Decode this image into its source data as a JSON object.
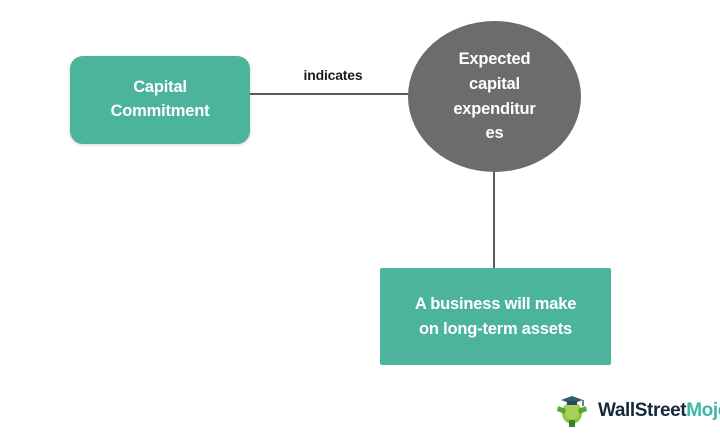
{
  "diagram": {
    "type": "concept-map",
    "background_color": "#ffffff",
    "nodes": [
      {
        "id": "capital-commitment",
        "label": "Capital Commitment",
        "lines": [
          "Capital",
          "Commitment"
        ],
        "shape": "rounded-rectangle",
        "fill_color": "#4cb49c",
        "text_color": "#ffffff"
      },
      {
        "id": "expected-capital-expenditures",
        "label": "Expected capital expenditures",
        "lines": [
          "Expected",
          "capital",
          "expenditur",
          "es"
        ],
        "shape": "ellipse",
        "fill_color": "#6b6d6c",
        "text_color": "#ffffff"
      },
      {
        "id": "business-long-term-assets",
        "label": "A business will make on long-term assets",
        "lines": [
          "A business will make",
          "on long-term assets"
        ],
        "shape": "rectangle",
        "fill_color": "#4cb49c",
        "text_color": "#ffffff"
      }
    ],
    "edges": [
      {
        "id": "edge-indicates",
        "from": "capital-commitment",
        "to": "expected-capital-expenditures",
        "label": "indicates",
        "orientation": "horizontal",
        "line_color": "#555b5e"
      },
      {
        "id": "edge-expenditures-to-assets",
        "from": "expected-capital-expenditures",
        "to": "business-long-term-assets",
        "label": "",
        "orientation": "vertical",
        "line_color": "#555b5e"
      }
    ]
  },
  "watermark": {
    "brand_primary": "WallStreet",
    "brand_secondary": "Mojo",
    "primary_color": "#16293c",
    "secondary_color": "#3bb8a8",
    "mark_color": "#5aa832"
  }
}
